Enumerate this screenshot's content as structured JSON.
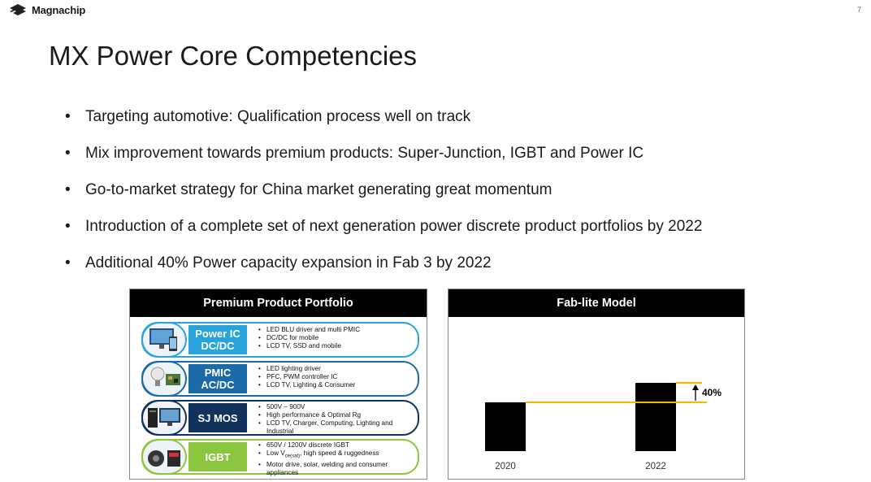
{
  "header": {
    "logo_text": "Magnachip",
    "page_number": "7"
  },
  "title": "MX Power Core Competencies",
  "bullets": [
    "Targeting automotive: Qualification process well on track",
    "Mix improvement towards premium products: Super-Junction, IGBT and Power IC",
    "Go-to-market strategy for China market generating great momentum",
    "Introduction of a complete set of next generation power discrete product portfolios by 2022",
    "Additional 40% Power capacity expansion in Fab 3 by 2022"
  ],
  "portfolio": {
    "title": "Premium Product Portfolio",
    "rows": [
      {
        "label_line1": "Power IC",
        "label_line2": "DC/DC",
        "color": "#29a3dc",
        "icon": "tv-and-phone-image",
        "items": [
          "LED BLU driver and multi PMIC",
          "DC/DC for mobile",
          "LCD TV, SSD and mobile"
        ]
      },
      {
        "label_line1": "PMIC",
        "label_line2": "AC/DC",
        "color": "#1a6aa8",
        "icon": "lightbulb-and-board-image",
        "items": [
          "LED lighting driver",
          "PFC, PWM controller IC",
          "LCD TV, Lighting & Consumer"
        ]
      },
      {
        "label_line1": "SJ MOS",
        "label_line2": "",
        "color": "#12325e",
        "icon": "computer-and-tv-image",
        "items": [
          "500V – 900V",
          "High performance & Optimal Rg",
          "LCD TV, Charger, Computing, Lighting and Industrial"
        ]
      },
      {
        "label_line1": "IGBT",
        "label_line2": "",
        "color": "#8cc63e",
        "icon": "motor-and-welder-image",
        "items": [
          "650V / 1200V discrete IGBT",
          "Low V",
          "Motor drive, solar, welding and consumer appliances"
        ],
        "vce_sub": "ce(sat)",
        "vce_rest": ", high speed & ruggedness"
      }
    ]
  },
  "fablite": {
    "title": "Fab-lite Model",
    "chart_data": {
      "type": "bar",
      "categories": [
        "2020",
        "2022"
      ],
      "values": [
        1.0,
        1.4
      ],
      "annotation": "40%",
      "accent_color": "#f5b800"
    }
  }
}
